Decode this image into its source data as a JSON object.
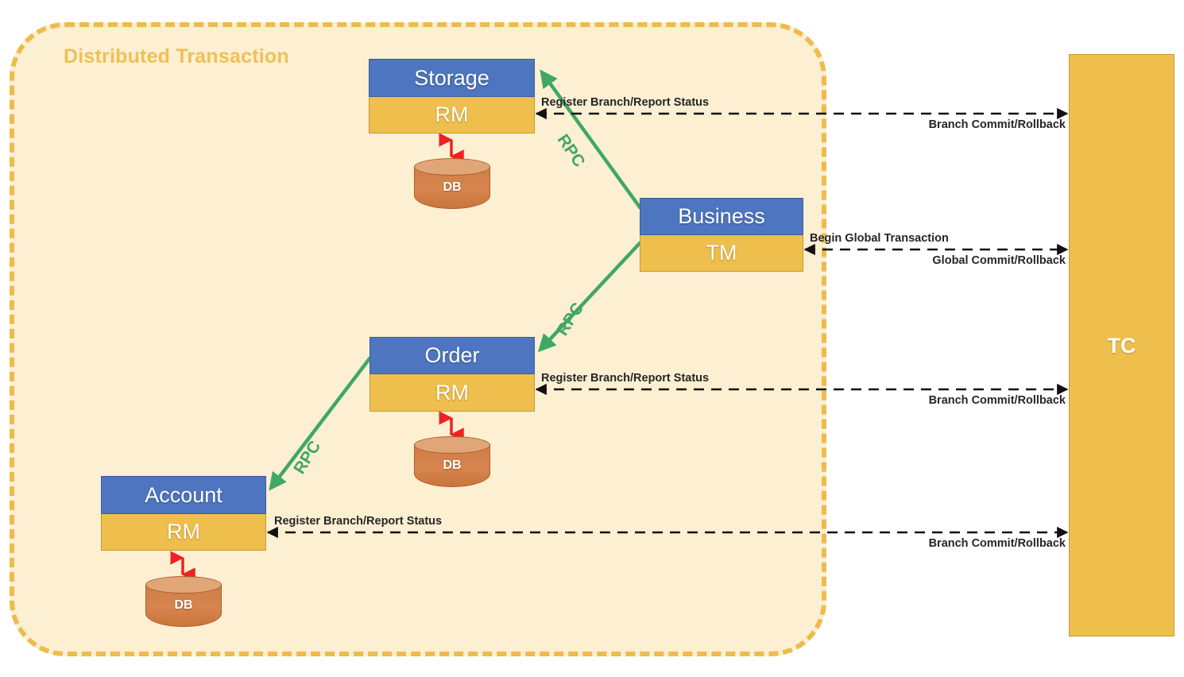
{
  "diagram": {
    "region_label": "Distributed Transaction",
    "coordinator": {
      "label": "TC"
    },
    "colors": {
      "region_fill": "#FCEFD2",
      "region_border": "#EEBB4C",
      "service_header": "#4E75BF",
      "service_body": "#EFBF4D",
      "rpc_line": "#3FA863",
      "db_arrow": "#EE2222",
      "db_body": "#D7854E",
      "flow_line": "#1A1A1A",
      "label_text": "#262626"
    },
    "services": [
      {
        "name": "Storage",
        "role": "RM",
        "database": "DB"
      },
      {
        "name": "Business",
        "role": "TM",
        "database": null
      },
      {
        "name": "Order",
        "role": "RM",
        "database": "DB"
      },
      {
        "name": "Account",
        "role": "RM",
        "database": "DB"
      }
    ],
    "flows": [
      {
        "from": "Storage RM",
        "to": "TC",
        "top_label": "Register Branch/Report Status",
        "bottom_label": "Branch Commit/Rollback"
      },
      {
        "from": "Business TM",
        "to": "TC",
        "top_label": "Begin Global Transaction",
        "bottom_label": "Global Commit/Rollback"
      },
      {
        "from": "Order RM",
        "to": "TC",
        "top_label": "Register Branch/Report Status",
        "bottom_label": "Branch Commit/Rollback"
      },
      {
        "from": "Account RM",
        "to": "TC",
        "top_label": "Register Branch/Report Status",
        "bottom_label": "Branch Commit/Rollback"
      }
    ],
    "rpc_calls": [
      {
        "label": "RPC",
        "from": "Business",
        "to": "Storage"
      },
      {
        "label": "RPC",
        "from": "Business",
        "to": "Order"
      },
      {
        "label": "RPC",
        "from": "Order",
        "to": "Account"
      }
    ]
  }
}
